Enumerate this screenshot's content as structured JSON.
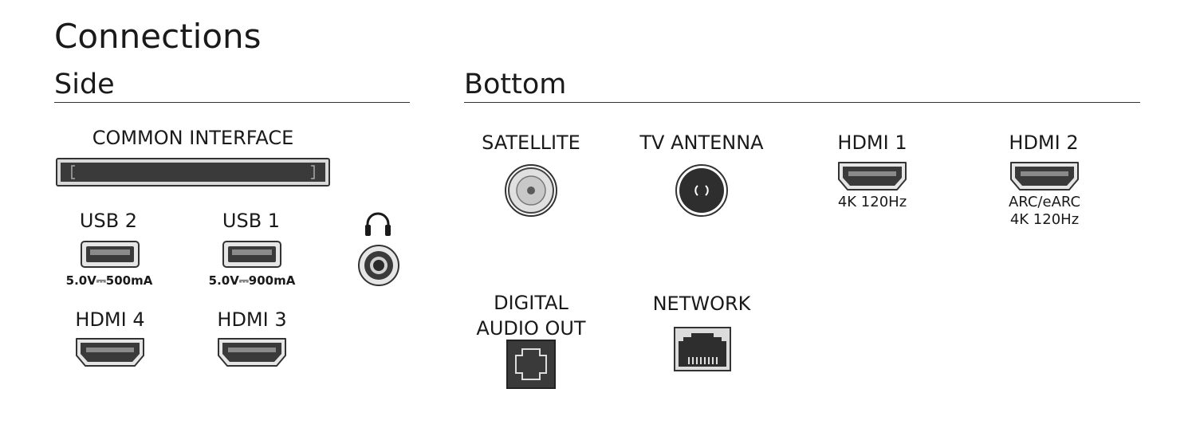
{
  "title": "Connections",
  "side": {
    "heading": "Side",
    "common_interface": "COMMON INTERFACE",
    "usb2": {
      "label": "USB 2",
      "spec": "5.0V⎓500mA"
    },
    "usb1": {
      "label": "USB 1",
      "spec": "5.0V⎓900mA"
    },
    "headphone_icon": "headphones-icon",
    "hdmi4": "HDMI 4",
    "hdmi3": "HDMI 3"
  },
  "bottom": {
    "heading": "Bottom",
    "satellite": "SATELLITE",
    "tv_antenna": "TV ANTENNA",
    "hdmi1": {
      "label": "HDMI 1",
      "spec": "4K 120Hz"
    },
    "hdmi2": {
      "label": "HDMI 2",
      "spec_line1": "ARC/eARC",
      "spec_line2": "4K 120Hz"
    },
    "digital_audio_out": {
      "line1": "DIGITAL",
      "line2": "AUDIO OUT"
    },
    "network": "NETWORK"
  },
  "colors": {
    "port_dark": "#3d3d3d",
    "port_light": "#e6e6e6",
    "text": "#1a1a1a"
  }
}
